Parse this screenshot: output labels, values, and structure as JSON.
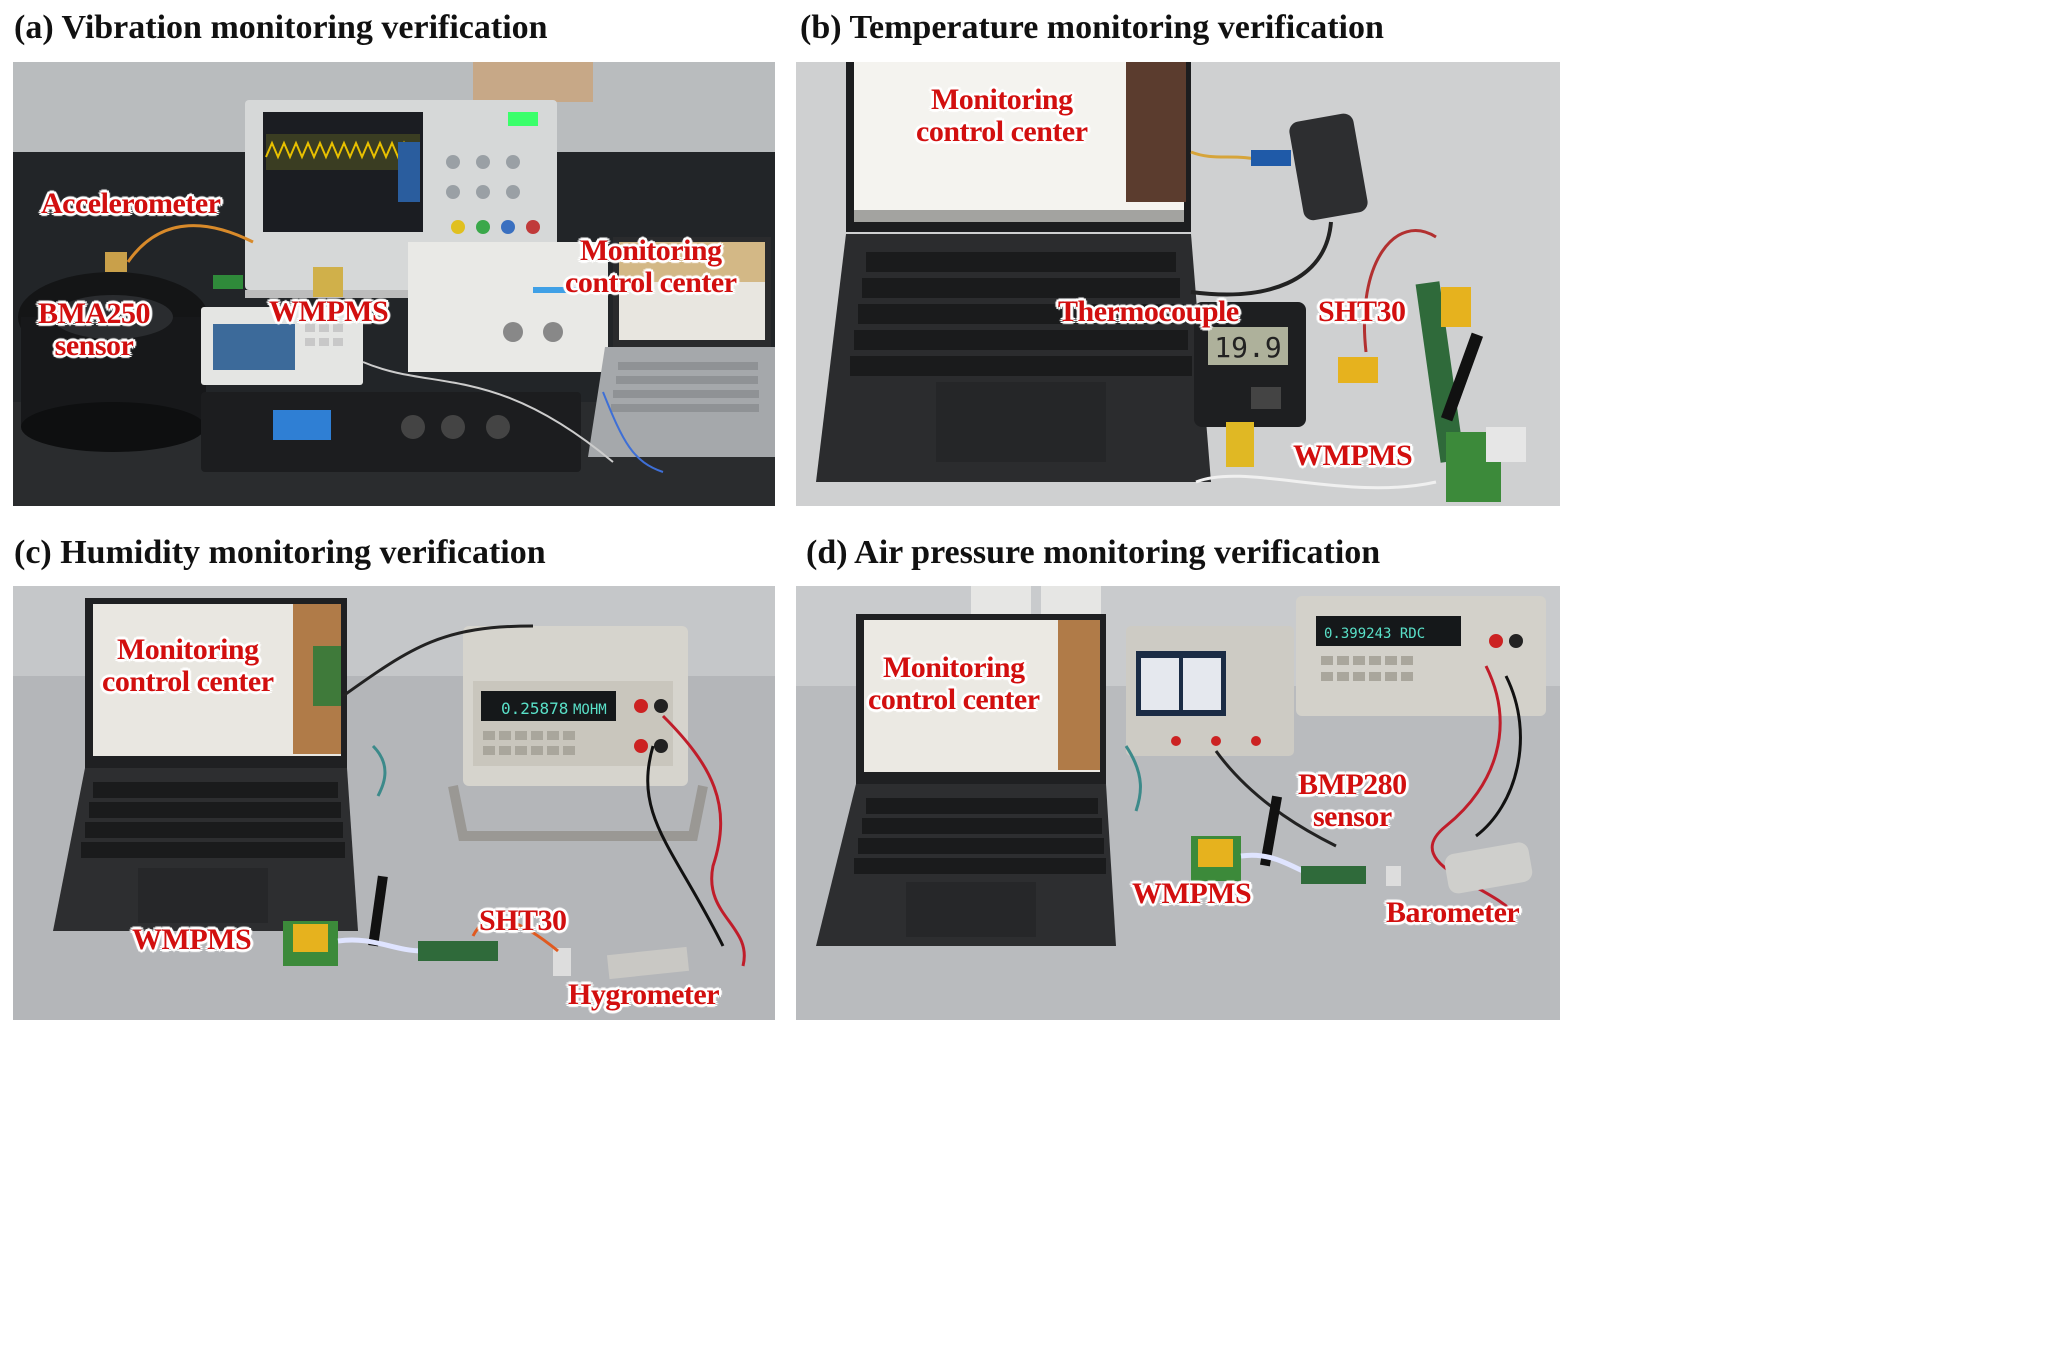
{
  "panels": {
    "a": {
      "title": "(a) Vibration monitoring verification",
      "labels": {
        "accelerometer": "Accelerometer",
        "sensor_line1": "BMA250",
        "sensor_line2": "sensor",
        "wmpms": "WMPMS",
        "mcc_line1": "Monitoring",
        "mcc_line2": "control center"
      }
    },
    "b": {
      "title": "(b) Temperature monitoring verification",
      "labels": {
        "mcc_line1": "Monitoring",
        "mcc_line2": "control center",
        "thermocouple": "Thermocouple",
        "sht30": "SHT30",
        "wmpms": "WMPMS"
      },
      "meter_reading": "19.9"
    },
    "c": {
      "title": "(c) Humidity monitoring verification",
      "labels": {
        "mcc_line1": "Monitoring",
        "mcc_line2": "control center",
        "wmpms": "WMPMS",
        "sht30": "SHT30",
        "hygrometer": "Hygrometer"
      },
      "meter_reading": "0.25878",
      "meter_unit": "MOHM"
    },
    "d": {
      "title": "(d) Air pressure monitoring verification",
      "labels": {
        "mcc_line1": "Monitoring",
        "mcc_line2": "control center",
        "sensor_line1": "BMP280",
        "sensor_line2": "sensor",
        "wmpms": "WMPMS",
        "barometer": "Barometer"
      },
      "meter_reading": "0.399243 RDC"
    }
  },
  "colors": {
    "label_red": "#d20f0f",
    "title_black": "#111111"
  }
}
